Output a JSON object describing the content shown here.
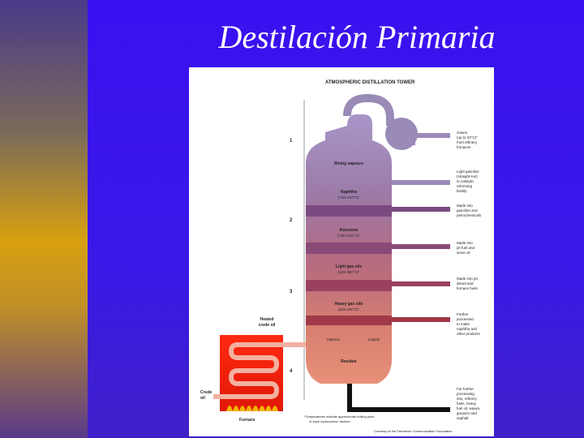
{
  "slide": {
    "title": "Destilación Primaria"
  },
  "diagram": {
    "title": "ATMOSPHERIC DISTILLATION TOWER",
    "inside_labels": [
      [
        "Rising vapours"
      ],
      [
        "Naphtha",
        "(\"104-157°C)\""
      ],
      [
        "Kerosene",
        "(\"157-232°C)\""
      ],
      [
        "Light gas oils",
        "(232-350°C)\""
      ],
      [
        "Heavy gas oils",
        "(343-425°C)\""
      ],
      [
        "Residue"
      ]
    ],
    "vapours_label": "Vapours",
    "liquids_label": "Liquids",
    "heated_crude_label": [
      "Heated",
      "crude oil"
    ],
    "crude_oil_label": [
      "Crude",
      "oil"
    ],
    "furnace_label": "Furnace",
    "outputs": [
      [
        "Gases",
        "(up to 33°C)\"",
        "Fuel refinery",
        "furnaces"
      ],
      [
        "Light gasoline",
        "(straight-run)",
        "to catalytic",
        "reforming",
        "facility"
      ],
      [
        "Made into",
        "gasoline and",
        "petrochemicals"
      ],
      [
        "Made into",
        "jet fuel and",
        "stove oil"
      ],
      [
        "Made into jet,",
        "diesel and",
        "furnace fuels"
      ],
      [
        "Further",
        "processed",
        "to make",
        "naphtha and",
        "other products"
      ],
      [
        "For further",
        "processing",
        "into, refinery",
        "fuels, heavy",
        "fuel oil, waxes,",
        "greases and",
        "asphalt"
      ]
    ],
    "footnote": [
      "*Temperatures indicate approximate boiling point",
      "of each hydrocarbon fraction"
    ],
    "credit": "Courtesy of the Petroleum Communication Foundation",
    "step_markers": [
      "1",
      "2",
      "3",
      "4"
    ]
  }
}
